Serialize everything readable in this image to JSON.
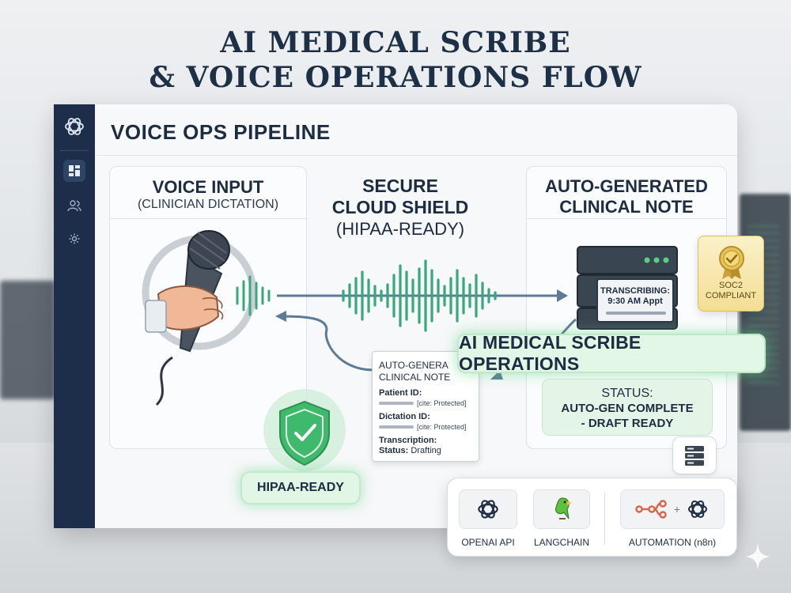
{
  "headline": {
    "line1": "AI MEDICAL SCRIBE",
    "line2": "& VOICE OPERATIONS FLOW"
  },
  "app": {
    "title": "VOICE OPS PIPELINE",
    "sidebar_icons": [
      "openai-logo-icon",
      "dashboard-icon",
      "users-icon",
      "settings-icon"
    ]
  },
  "voice_input": {
    "title": "VOICE INPUT",
    "subtitle": "(CLINICIAN DICTATION)"
  },
  "cloud_shield": {
    "line1": "SECURE",
    "line2": "CLOUD SHIELD",
    "line3": "(HIPAA-READY)"
  },
  "clinical_note": {
    "title_line1": "AUTO-GENERATED",
    "title_line2": "CLINICAL NOTE"
  },
  "server": {
    "screen_line1": "TRANSCRIBING:",
    "screen_line2": "9:30 AM Appt"
  },
  "badge": {
    "line1": "SOC2",
    "line2": "COMPLIANT"
  },
  "operations_banner": "AI MEDICAL SCRIBE OPERATIONS",
  "status": {
    "line1": "STATUS:",
    "line2": "AUTO-GEN COMPLETE",
    "line3": "- DRAFT READY"
  },
  "note_card": {
    "title_line1": "AUTO-GENERA",
    "title_line2": "CLINICAL NOTE",
    "patient_label": "Patient ID:",
    "patient_value": "[cite: Protected]",
    "dictation_label": "Dictation ID:",
    "dictation_value": "[cite: Protected]",
    "transcription_label": "Transcription:",
    "status_label": "Status:",
    "status_value": "Drafting"
  },
  "hipaa_badge": "HIPAA-READY",
  "tools": [
    {
      "label": "OPENAI API",
      "icon": "openai-logo-icon"
    },
    {
      "label": "LANGCHAIN",
      "icon": "parrot-icon"
    },
    {
      "label": "AUTOMATION (n8n)",
      "icon": "n8n-plus-openai-icon",
      "plus": "+"
    }
  ],
  "colors": {
    "navy": "#1c2e4a",
    "accent_green": "#3fb96b",
    "wave_green": "#3aa77a",
    "arrow_slate": "#5d7a96",
    "badge_gold": "#f3de94"
  }
}
